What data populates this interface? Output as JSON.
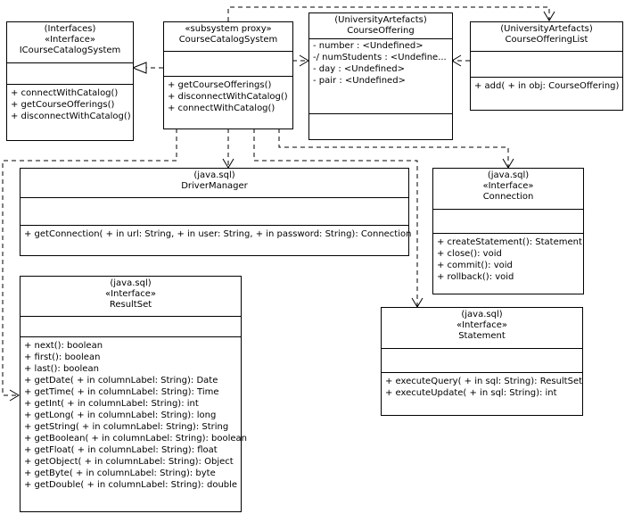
{
  "classes": {
    "icoursecatalogsystem": {
      "package": "(Interfaces)",
      "stereotype": "«Interface»",
      "name": "ICourseCatalogSystem",
      "attributes": [],
      "operations": [
        "+ connectWithCatalog()",
        "+ getCourseOfferings()",
        "+ disconnectWithCatalog()"
      ]
    },
    "coursecatalogsystem": {
      "stereotype": "«subsystem proxy»",
      "name": "CourseCatalogSystem",
      "attributes": [],
      "operations": [
        "+ getCourseOfferings()",
        "+ disconnectWithCatalog()",
        "+ connectWithCatalog()"
      ]
    },
    "courseoffering": {
      "package": "(UniversityArtefacts)",
      "name": "CourseOffering",
      "attributes": [
        "- number : <Undefined>",
        "-/ numStudents : <Undefine...",
        "- day : <Undefined>",
        "- pair : <Undefined>"
      ],
      "operations": []
    },
    "courseofferinglist": {
      "package": "(UniversityArtefacts)",
      "name": "CourseOfferingList",
      "attributes": [],
      "operations": [
        "+ add( + in obj: CourseOffering)"
      ]
    },
    "drivermanager": {
      "package": "(java.sql)",
      "name": "DriverManager",
      "attributes": [],
      "operations": [
        "+ getConnection( + in url: String,  + in user: String,  + in password: String): Connection"
      ]
    },
    "connection": {
      "package": "(java.sql)",
      "stereotype": "«Interface»",
      "name": "Connection",
      "attributes": [],
      "operations": [
        "+ createStatement(): Statement",
        "+ close(): void",
        "+ commit(): void",
        "+ rollback(): void"
      ]
    },
    "resultset": {
      "package": "(java.sql)",
      "stereotype": "«Interface»",
      "name": "ResultSet",
      "attributes": [],
      "operations": [
        "+ next(): boolean",
        "+ first(): boolean",
        "+ last(): boolean",
        "+ getDate( + in columnLabel: String): Date",
        "+ getTime( + in columnLabel: String): Time",
        "+ getInt( + in columnLabel: String): int",
        "+ getLong( + in columnLabel: String): long",
        "+ getString( + in columnLabel: String): String",
        "+ getBoolean( + in columnLabel: String): boolean",
        "+ getFloat( + in columnLabel: String): float",
        "+ getObject( + in columnLabel: String): Object",
        "+ getByte( + in columnLabel: String): byte",
        "+ getDouble( + in columnLabel: String): double"
      ]
    },
    "statement": {
      "package": "(java.sql)",
      "stereotype": "«Interface»",
      "name": "Statement",
      "attributes": [],
      "operations": [
        "+ executeQuery( + in sql: String): ResultSet",
        "+ executeUpdate( + in sql: String): int"
      ]
    }
  }
}
